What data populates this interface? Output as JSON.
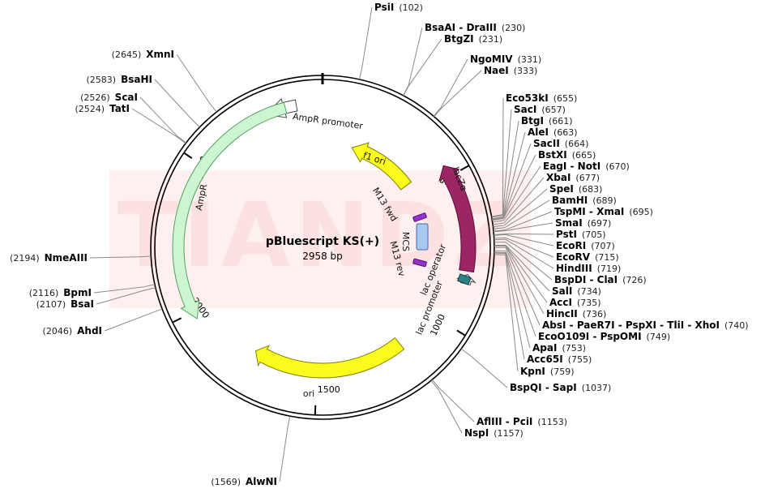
{
  "plasmid": {
    "name": "pBluescript KS(+)",
    "size_label": "2958 bp",
    "length": 2958
  },
  "watermark": "TIANDZ",
  "colors": {
    "ampr": "#cdf5d0",
    "ampr_stroke": "#55a060",
    "ori": "#fbfb1e",
    "ori_stroke": "#808000",
    "lacz": "#9c2566",
    "lacz_stroke": "#5a0f38",
    "lac_operator": "#2f7f86",
    "mcs": "#a8c8f0",
    "primer": "#9b30d0",
    "watermark": "#fce4e2"
  },
  "features": [
    {
      "key": "ampr_promoter",
      "label": "AmpR promoter",
      "start": 2768,
      "end": 2872,
      "dir": -1
    },
    {
      "key": "ampr",
      "label": "AmpR",
      "start": 1975,
      "end": 2835,
      "dir": -1
    },
    {
      "key": "f1_ori",
      "label": "f1 ori",
      "start": 135,
      "end": 441,
      "dir": -1
    },
    {
      "key": "lacz",
      "label": "lacZα",
      "start": 460,
      "end": 816,
      "dir": -1
    },
    {
      "key": "m13_fwd",
      "label": "M13 fwd",
      "start": 600,
      "end": 616,
      "dir": -1
    },
    {
      "key": "mcs",
      "label": "MCS",
      "start": 653,
      "end": 760,
      "dir": 0
    },
    {
      "key": "m13_rev",
      "label": "M13 rev",
      "start": 779,
      "end": 795,
      "dir": 1
    },
    {
      "key": "lac_operator",
      "label": "lac operator",
      "start": 803,
      "end": 819,
      "dir": 0
    },
    {
      "key": "lac_promoter",
      "label": "lac promoter",
      "start": 827,
      "end": 857,
      "dir": -1
    },
    {
      "key": "ori",
      "label": "ori",
      "start": 1161,
      "end": 1749,
      "dir": 1
    }
  ],
  "ticks": [
    {
      "pos": 500,
      "label": "500"
    },
    {
      "pos": 1000,
      "label": "1000"
    },
    {
      "pos": 1500,
      "label": "1500"
    },
    {
      "pos": 2000,
      "label": "2000"
    },
    {
      "pos": 2500,
      "label": "2500"
    }
  ],
  "sites": [
    {
      "name": "PsiI",
      "pos": "(102)",
      "bp": 102
    },
    {
      "name": "BsaAI - DraIII",
      "pos": "(230)",
      "bp": 230
    },
    {
      "name": "BtgZI",
      "pos": "(231)",
      "bp": 231
    },
    {
      "name": "NgoMIV",
      "pos": "(331)",
      "bp": 331
    },
    {
      "name": "NaeI",
      "pos": "(333)",
      "bp": 333
    },
    {
      "name": "Eco53kI",
      "pos": "(655)",
      "bp": 655
    },
    {
      "name": "SacI",
      "pos": "(657)",
      "bp": 657
    },
    {
      "name": "BtgI",
      "pos": "(661)",
      "bp": 661
    },
    {
      "name": "AleI",
      "pos": "(663)",
      "bp": 663
    },
    {
      "name": "SacII",
      "pos": "(664)",
      "bp": 664
    },
    {
      "name": "BstXI",
      "pos": "(665)",
      "bp": 665
    },
    {
      "name": "EagI - NotI",
      "pos": "(670)",
      "bp": 670
    },
    {
      "name": "XbaI",
      "pos": "(677)",
      "bp": 677
    },
    {
      "name": "SpeI",
      "pos": "(683)",
      "bp": 683
    },
    {
      "name": "BamHI",
      "pos": "(689)",
      "bp": 689
    },
    {
      "name": "TspMI - XmaI",
      "pos": "(695)",
      "bp": 695
    },
    {
      "name": "SmaI",
      "pos": "(697)",
      "bp": 697
    },
    {
      "name": "PstI",
      "pos": "(705)",
      "bp": 705
    },
    {
      "name": "EcoRI",
      "pos": "(707)",
      "bp": 707
    },
    {
      "name": "EcoRV",
      "pos": "(715)",
      "bp": 715
    },
    {
      "name": "HindIII",
      "pos": "(719)",
      "bp": 719
    },
    {
      "name": "BspDI - ClaI",
      "pos": "(726)",
      "bp": 726
    },
    {
      "name": "SalI",
      "pos": "(734)",
      "bp": 734
    },
    {
      "name": "AccI",
      "pos": "(735)",
      "bp": 735
    },
    {
      "name": "HincII",
      "pos": "(736)",
      "bp": 736
    },
    {
      "name": "AbsI - PaeR7I - PspXI - TliI - XhoI",
      "pos": "(740)",
      "bp": 740
    },
    {
      "name": "EcoO109I - PspOMI",
      "pos": "(749)",
      "bp": 749
    },
    {
      "name": "ApaI",
      "pos": "(753)",
      "bp": 753
    },
    {
      "name": "Acc65I",
      "pos": "(755)",
      "bp": 755
    },
    {
      "name": "KpnI",
      "pos": "(759)",
      "bp": 759
    },
    {
      "name": "BspQI - SapI",
      "pos": "(1037)",
      "bp": 1037
    },
    {
      "name": "AflIII - PciI",
      "pos": "(1153)",
      "bp": 1153
    },
    {
      "name": "NspI",
      "pos": "(1157)",
      "bp": 1157
    },
    {
      "name": "AlwNI",
      "pos": "(1569)",
      "bp": 1569
    },
    {
      "name": "AhdI",
      "pos": "(2046)",
      "bp": 2046
    },
    {
      "name": "BsaI",
      "pos": "(2107)",
      "bp": 2107
    },
    {
      "name": "BpmI",
      "pos": "(2116)",
      "bp": 2116
    },
    {
      "name": "NmeAIII",
      "pos": "(2194)",
      "bp": 2194
    },
    {
      "name": "TatI",
      "pos": "(2524)",
      "bp": 2524
    },
    {
      "name": "ScaI",
      "pos": "(2526)",
      "bp": 2526
    },
    {
      "name": "BsaHI",
      "pos": "(2583)",
      "bp": 2583
    },
    {
      "name": "XmnI",
      "pos": "(2645)",
      "bp": 2645
    }
  ]
}
